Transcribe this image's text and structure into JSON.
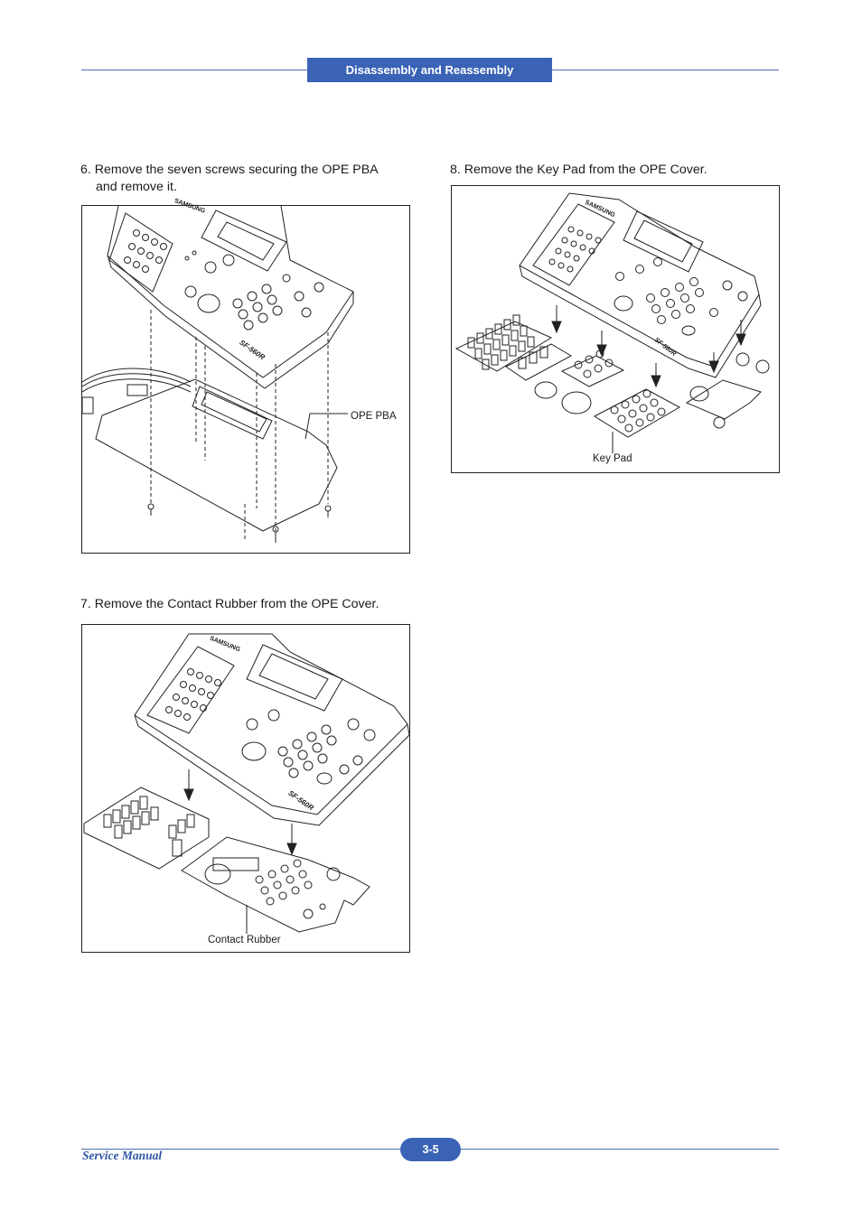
{
  "header": {
    "title": "Disassembly and Reassembly"
  },
  "steps": [
    {
      "line1": "6. Remove the seven screws securing the OPE PBA",
      "line2": "and remove it.",
      "callout": "OPE PBA",
      "brand": "SAMSUNG",
      "model": "SF-560R"
    },
    {
      "line1": "7. Remove the Contact Rubber from the OPE Cover.",
      "callout": "Contact Rubber",
      "brand": "SAMSUNG",
      "model": "SF-560R"
    },
    {
      "line1": "8. Remove the Key Pad from the OPE Cover.",
      "callout": "Key Pad",
      "brand": "SAMSUNG",
      "model": "SF-560R"
    }
  ],
  "footer": {
    "label": "Service Manual",
    "page": "3-5"
  },
  "colors": {
    "accent": "#3b63b5",
    "rule": "#4a6fb0",
    "footer_text": "#2f55a5"
  }
}
